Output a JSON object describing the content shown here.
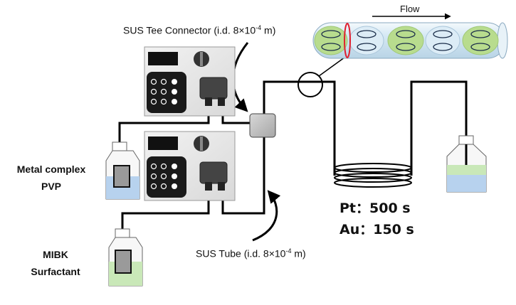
{
  "labels": {
    "tee_connector": "SUS Tee Connector (i.d. 8×10",
    "tee_connector_exp": "-4",
    "tee_connector_unit": " m)",
    "sus_tube": "SUS Tube (i.d. 8×10",
    "sus_tube_exp": "-4",
    "sus_tube_unit": " m)",
    "flow": "Flow",
    "metal_complex": "Metal complex",
    "pvp": "PVP",
    "mibk": "MIBK",
    "surfactant": "Surfactant",
    "pt_time": "Pt：500 s",
    "au_time": "Au：150 s"
  },
  "colors": {
    "tube_line": "#000000",
    "pump_body": "#e8e8e8",
    "tube_segment": "#cfe4f0",
    "slug_green": "#b8dc8e",
    "marker_red": "#e02030",
    "liquid_blue": "#b7d2ee",
    "liquid_green": "#c9e8b8"
  }
}
